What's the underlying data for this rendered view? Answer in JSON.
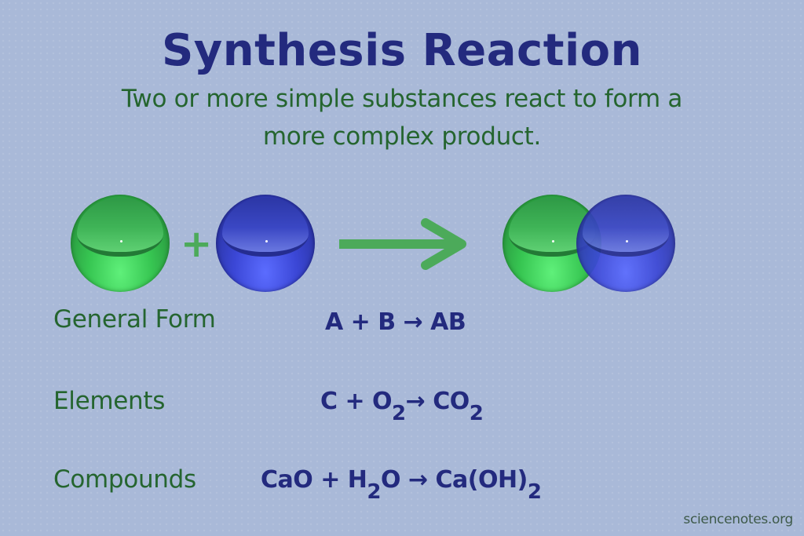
{
  "title": "Synthesis Reaction",
  "subtitle": {
    "line1": "Two or more simple substances react to form a",
    "line2": "more complex product."
  },
  "diagram": {
    "reactant_a": {
      "color": "green",
      "hex": "#3cc157"
    },
    "operator": "+",
    "reactant_b": {
      "color": "blue",
      "hex": "#3b47d6"
    },
    "arrow_color": "#4caa5a",
    "product": [
      "green",
      "blue"
    ]
  },
  "rows": [
    {
      "label": "General Form",
      "equation": {
        "parts": [
          "A + B ",
          "→",
          " AB"
        ]
      }
    },
    {
      "label": "Elements",
      "equation": {
        "r1": "C + O",
        "r1_sub": "2",
        "arrow": "→",
        "p1": " CO",
        "p1_sub": "2"
      }
    },
    {
      "label": "Compounds",
      "equation": {
        "r1": "CaO + H",
        "r1_sub": "2",
        "r1_tail": "O ",
        "arrow": "→",
        "p1": " Ca(OH)",
        "p1_sub": "2"
      }
    }
  ],
  "colors": {
    "background": "#a9b9d8",
    "title": "#232a7e",
    "green_text": "#25652f",
    "equation": "#232a7e"
  },
  "credit": "sciencenotes.org"
}
